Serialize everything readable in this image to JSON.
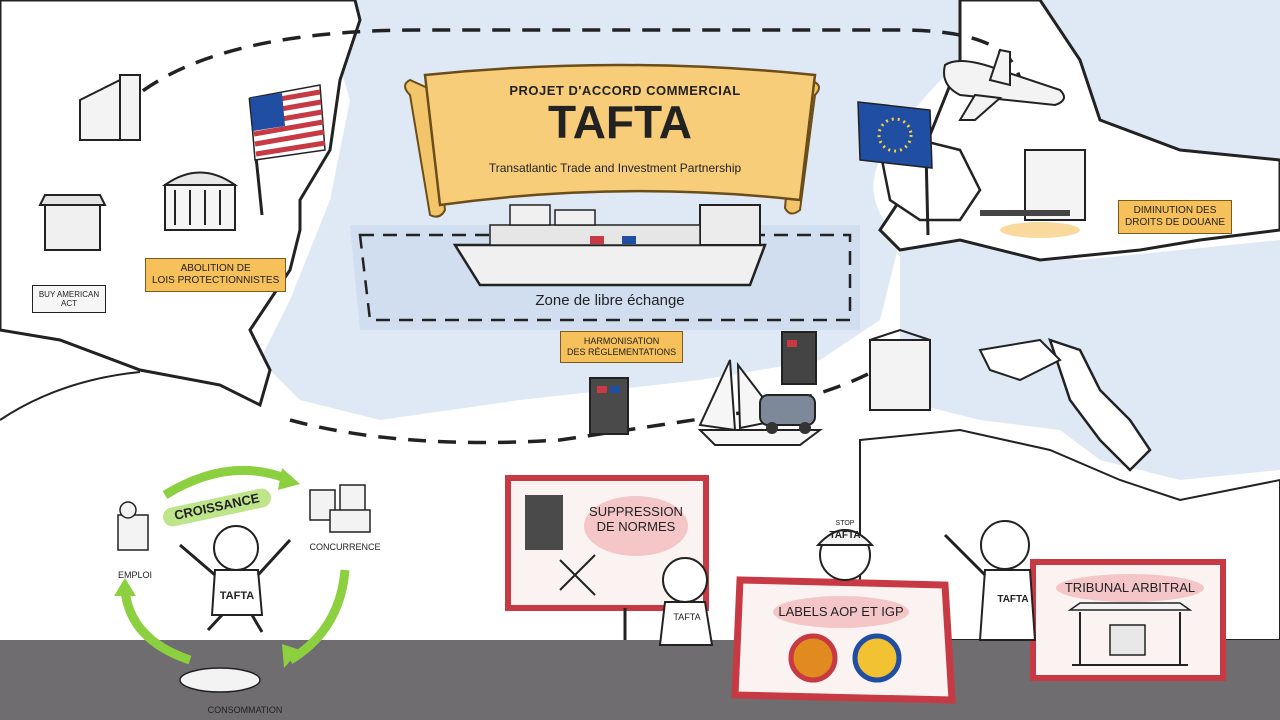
{
  "banner": {
    "subtitle": "PROJET D'ACCORD COMMERCIAL",
    "title": "TAFTA",
    "caption": "Transatlantic Trade and Investment Partnership"
  },
  "zone_label": "Zone de libre échange",
  "tags": {
    "abolition": "ABOLITION DE\nLOIS PROTECTIONNISTES",
    "harmonisation": "HARMONISATION\nDES RÉGLEMENTATIONS",
    "diminution": "DIMINUTION DES\nDROITS DE DOUANE"
  },
  "scroll_text": "BUY AMERICAN\nACT",
  "cycle": {
    "croissance": "CROISSANCE",
    "emploi": "EMPLOI",
    "concurrence": "CONCURRENCE",
    "consommation": "CONSOMMATION",
    "shirt": "TAFTA"
  },
  "protest": {
    "sign1": "SUPPRESSION\nDE NORMES",
    "banner": "LABELS AOP ET IGP",
    "sign2": "TRIBUNAL ARBITRAL",
    "cap": "TAFTA",
    "cap_stop": "STOP",
    "shirt_left": "TAFTA",
    "shirt_right": "TAFTA"
  },
  "colors": {
    "sea": "#dfe9f5",
    "land": "#ffffff",
    "ground": "#6f6d70",
    "scroll": "#f6c05a",
    "tag": "#f6c05a",
    "red_frame": "#c73a44",
    "pink": "#f4c6c8",
    "green_arrow": "#8ccf3f",
    "eu_blue": "#1f4ea3"
  }
}
